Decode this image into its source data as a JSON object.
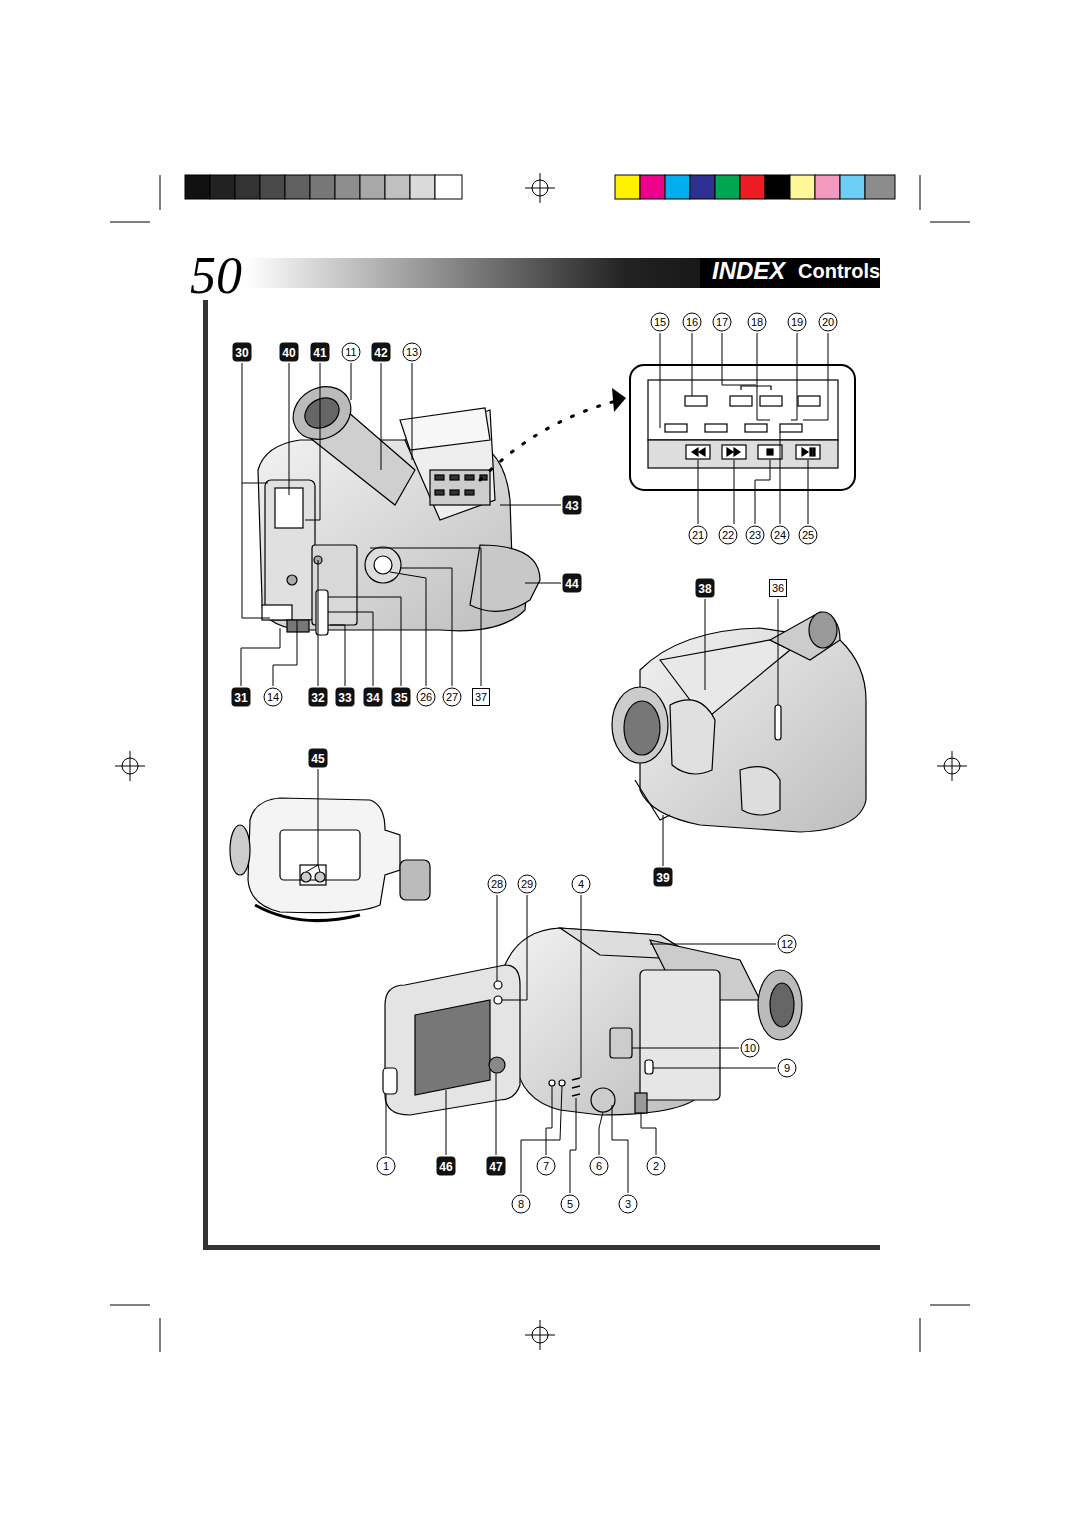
{
  "diagram": {
    "title": "INDEX",
    "labels": [
      "50",
      "Controls",
      "30",
      "40",
      "41",
      "11",
      "42",
      "13",
      "15",
      "16",
      "17",
      "18",
      "19",
      "20",
      "21",
      "22",
      "23",
      "24",
      "25",
      "43",
      "44",
      "38",
      "36",
      "31",
      "14",
      "32",
      "33",
      "34",
      "35",
      "26",
      "27",
      "37",
      "45",
      "39",
      "28",
      "29",
      "4",
      "12",
      "10",
      "9",
      "1",
      "46",
      "47",
      "7",
      "6",
      "2",
      "8",
      "5",
      "3"
    ]
  }
}
